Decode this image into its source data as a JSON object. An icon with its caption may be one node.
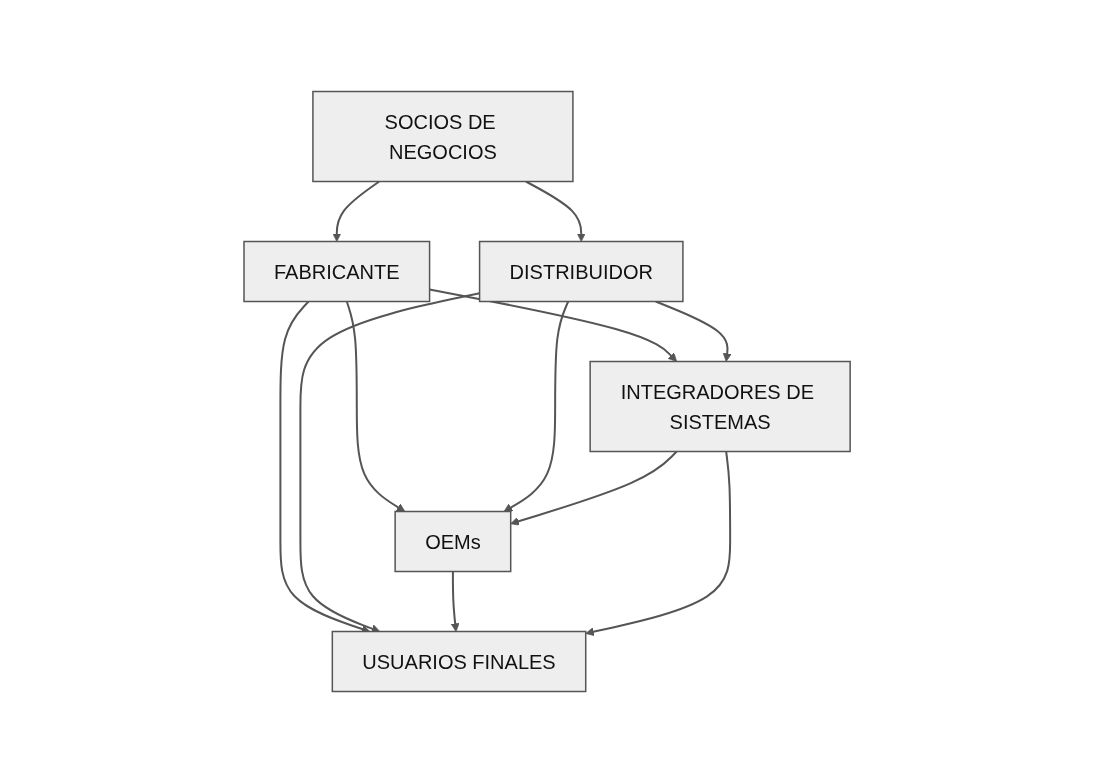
{
  "diagram": {
    "nodes": [
      {
        "text": [
          "SOCIOS DE NEGOCIOS"
        ]
      },
      {
        "text": [
          "FABRICANTE"
        ]
      },
      {
        "text": [
          "DISTRIBUIDOR"
        ]
      },
      {
        "text": [
          "OEMs"
        ]
      },
      {
        "text": [
          "INTEGRADORES DE SISTEMAS"
        ]
      },
      {
        "text": [
          "USUARIOS FINALES"
        ]
      }
    ],
    "edges": [
      {
        "from": 0,
        "to": 1,
        "arrow": "to"
      },
      {
        "from": 0,
        "to": 2,
        "arrow": "to"
      },
      {
        "from": 1,
        "to": 3,
        "arrow": "to"
      },
      {
        "from": 1,
        "to": 4,
        "arrow": "to"
      },
      {
        "from": 1,
        "to": 5,
        "arrow": "to"
      },
      {
        "from": 2,
        "to": 3,
        "arrow": "to"
      },
      {
        "from": 2,
        "to": 5,
        "arrow": "to"
      },
      {
        "from": 2,
        "to": 4,
        "arrow": "to"
      },
      {
        "from": 4,
        "to": 3,
        "arrow": "to"
      },
      {
        "from": 3,
        "to": 5,
        "arrow": "to"
      },
      {
        "from": 4,
        "to": 5,
        "arrow": "to"
      }
    ]
  }
}
